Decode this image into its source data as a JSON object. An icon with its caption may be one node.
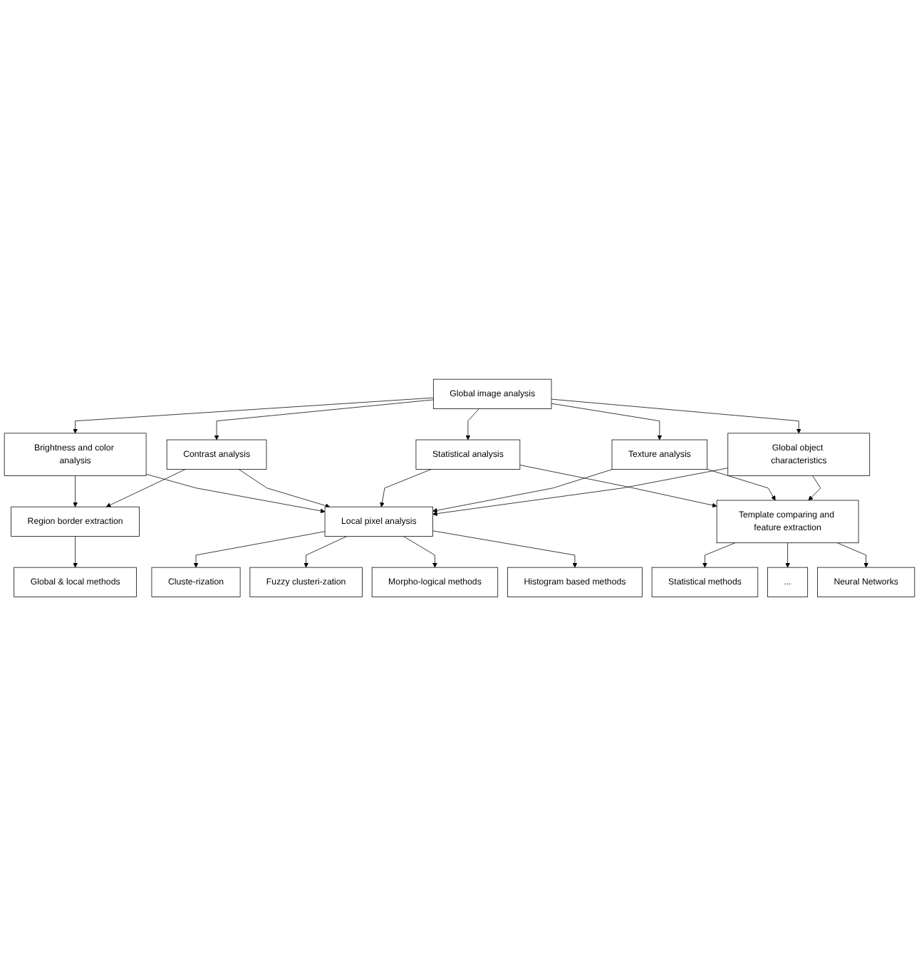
{
  "diagram": {
    "nodes": [
      {
        "text": [
          "Global image analysis"
        ]
      },
      {
        "text": [
          "Brightness and color analysis"
        ]
      },
      {
        "text": [
          "Contrast analysis"
        ]
      },
      {
        "text": [
          "Statistical analysis"
        ]
      },
      {
        "text": [
          "Texture analysis"
        ]
      },
      {
        "text": [
          "Global object characteristics"
        ]
      },
      {
        "text": [
          "Region border extraction"
        ]
      },
      {
        "text": [
          "Local pixel analysis"
        ]
      },
      {
        "text": [
          "Template comparing and feature extraction"
        ]
      },
      {
        "text": [
          "Global & local methods"
        ]
      },
      {
        "text": [
          "Statistical methods"
        ]
      },
      {
        "text": [
          "..."
        ]
      },
      {
        "text": [
          "Neural Networks"
        ]
      },
      {
        "text": [
          "Cluste-rization"
        ]
      },
      {
        "text": [
          "Fuzzy clusteri-zation"
        ]
      },
      {
        "text": [
          "Morpho-logical methods"
        ]
      },
      {
        "text": [
          "Histogram based methods"
        ]
      }
    ],
    "edges": [
      {
        "from": 0,
        "to": 1,
        "arrow": "to"
      },
      {
        "from": 0,
        "to": 2,
        "arrow": "to"
      },
      {
        "from": 0,
        "to": 3,
        "arrow": "to"
      },
      {
        "from": 0,
        "to": 4,
        "arrow": "to"
      },
      {
        "from": 0,
        "to": 5,
        "arrow": "to"
      },
      {
        "from": 1,
        "to": 6,
        "arrow": "to"
      },
      {
        "from": 1,
        "to": 7,
        "arrow": "to"
      },
      {
        "from": 2,
        "to": 6,
        "arrow": "to"
      },
      {
        "from": 2,
        "to": 7,
        "arrow": "to"
      },
      {
        "from": 3,
        "to": 7,
        "arrow": "to"
      },
      {
        "from": 3,
        "to": 8,
        "arrow": "to"
      },
      {
        "from": 4,
        "to": 7,
        "arrow": "to"
      },
      {
        "from": 4,
        "to": 8,
        "arrow": "to"
      },
      {
        "from": 5,
        "to": 7,
        "arrow": "to"
      },
      {
        "from": 5,
        "to": 8,
        "arrow": "to"
      },
      {
        "from": 6,
        "to": 9,
        "arrow": "to"
      },
      {
        "from": 8,
        "to": 10,
        "arrow": "to"
      },
      {
        "from": 8,
        "to": 11,
        "arrow": "to"
      },
      {
        "from": 8,
        "to": 12,
        "arrow": "to"
      },
      {
        "from": 7,
        "to": 13,
        "arrow": "to"
      },
      {
        "from": 7,
        "to": 14,
        "arrow": "to"
      },
      {
        "from": 7,
        "to": 15,
        "arrow": "to"
      },
      {
        "from": 7,
        "to": 16,
        "arrow": "to"
      }
    ]
  }
}
